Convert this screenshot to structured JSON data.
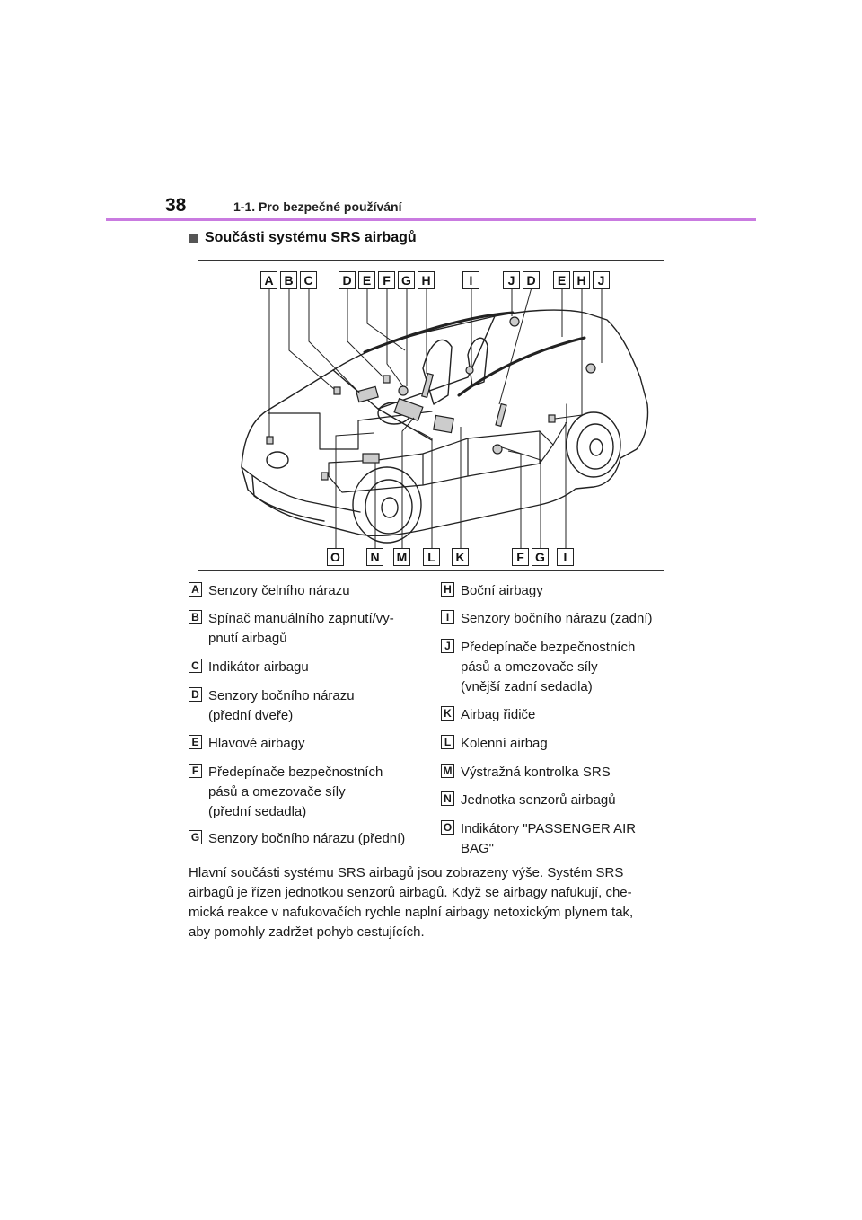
{
  "header": {
    "page_number": "38",
    "section": "1-1. Pro bezpečné používání"
  },
  "heading": "Součásti systému SRS airbagů",
  "figure": {
    "top_labels": [
      "A",
      "B",
      "C",
      "D",
      "E",
      "F",
      "G",
      "H",
      "I",
      "J",
      "D",
      "E",
      "H",
      "J"
    ],
    "bottom_labels": [
      "O",
      "N",
      "M",
      "L",
      "K",
      "F",
      "G",
      "I"
    ]
  },
  "legend_left": [
    {
      "key": "A",
      "text": "Senzory čelního nárazu"
    },
    {
      "key": "B",
      "text": "Spínač manuálního zapnutí/vy-\npnutí airbagů"
    },
    {
      "key": "C",
      "text": "Indikátor airbagu"
    },
    {
      "key": "D",
      "text": "Senzory bočního nárazu\n(přední dveře)"
    },
    {
      "key": "E",
      "text": "Hlavové airbagy"
    },
    {
      "key": "F",
      "text": "Předepínače bezpečnostních\npásů a omezovače síly\n(přední sedadla)"
    },
    {
      "key": "G",
      "text": "Senzory bočního nárazu (přední)"
    }
  ],
  "legend_right": [
    {
      "key": "H",
      "text": "Boční airbagy"
    },
    {
      "key": "I",
      "text": "Senzory bočního nárazu (zadní)"
    },
    {
      "key": "J",
      "text": "Předepínače bezpečnostních\npásů a omezovače síly\n(vnější zadní sedadla)"
    },
    {
      "key": "K",
      "text": "Airbag řidiče"
    },
    {
      "key": "L",
      "text": "Kolenní airbag"
    },
    {
      "key": "M",
      "text": "Výstražná kontrolka SRS"
    },
    {
      "key": "N",
      "text": "Jednotka senzorů airbagů"
    },
    {
      "key": "O",
      "text": "Indikátory \"PASSENGER AIR\nBAG\""
    }
  ],
  "paragraph": "Hlavní součásti systému SRS airbagů jsou zobrazeny výše. Systém SRS\nairbagů je řízen jednotkou senzorů airbagů. Když se airbagy nafukují, che-\nmická reakce v nafukovačích rychle naplní airbagy netoxickým plynem tak,\naby pomohly zadržet pohyb cestujících."
}
